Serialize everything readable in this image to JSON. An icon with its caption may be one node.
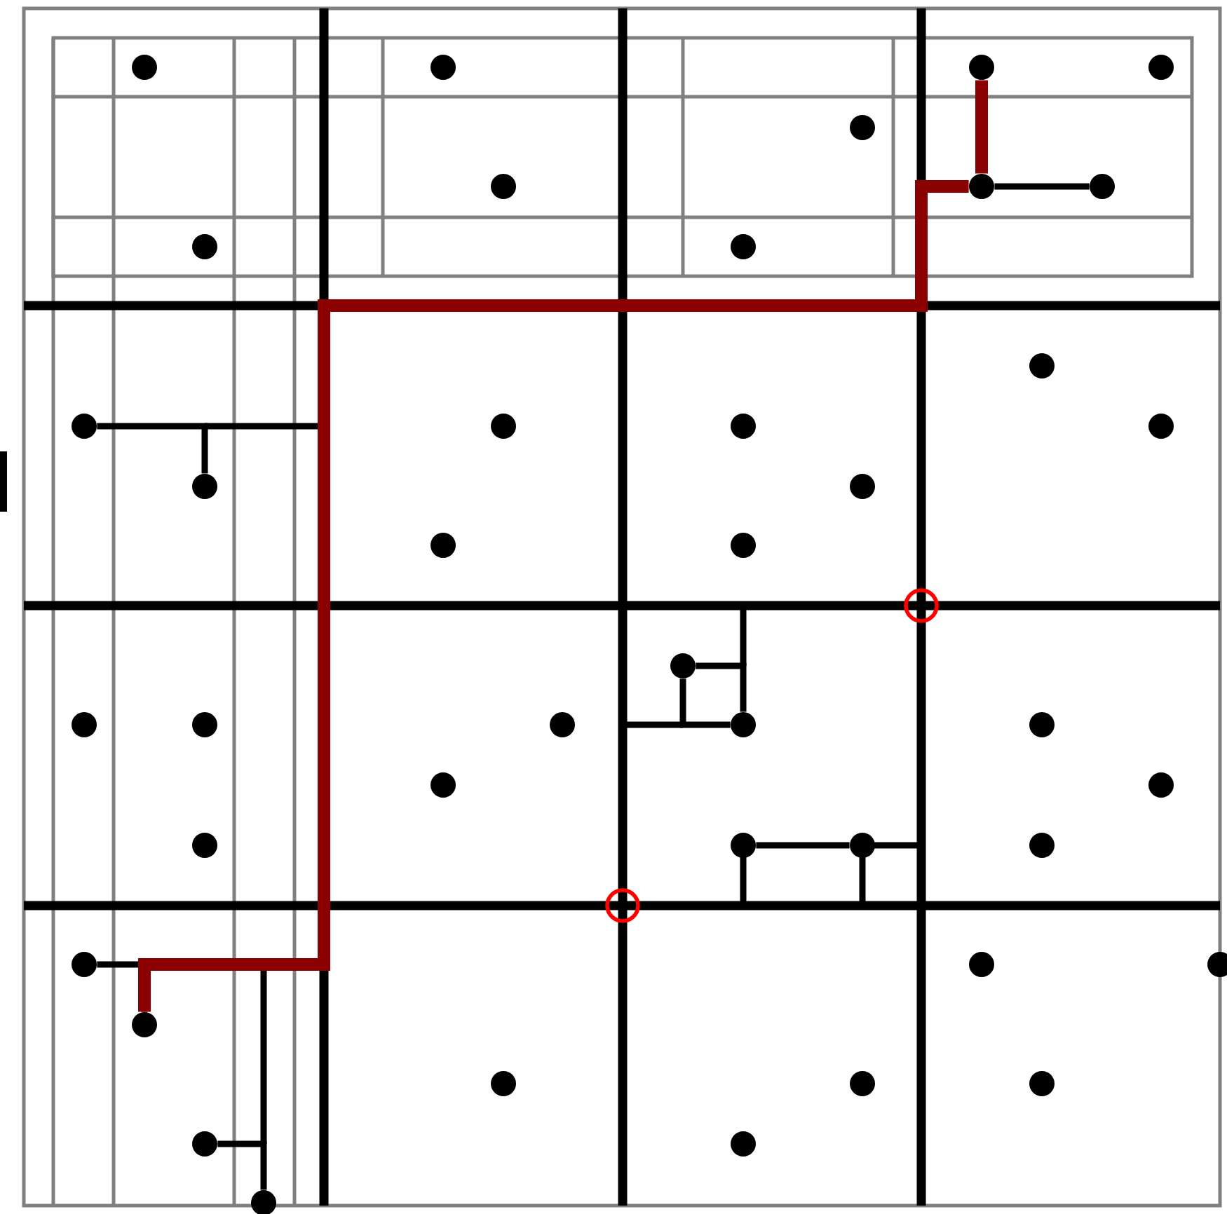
{
  "diagram": {
    "nodes": [
      {
        "text": [],
        "shape": "circle"
      },
      {
        "text": [],
        "shape": "circle"
      },
      {
        "text": [],
        "shape": "circle"
      },
      {
        "text": [],
        "shape": "circle"
      },
      {
        "text": [],
        "shape": "circle"
      },
      {
        "text": [],
        "shape": "circle"
      },
      {
        "text": [],
        "shape": "circle"
      },
      {
        "text": [],
        "shape": "circle"
      },
      {
        "text": [],
        "shape": "circle"
      },
      {
        "text": [],
        "shape": "circle"
      },
      {
        "text": [],
        "shape": "circle"
      },
      {
        "text": [],
        "shape": "circle"
      },
      {
        "text": [],
        "shape": "circle"
      },
      {
        "text": [],
        "shape": "circle"
      },
      {
        "text": [],
        "shape": "circle"
      },
      {
        "text": [],
        "shape": "circle"
      },
      {
        "text": [],
        "shape": "circle"
      },
      {
        "text": [],
        "shape": "circle"
      },
      {
        "text": [],
        "shape": "circle"
      },
      {
        "text": [],
        "shape": "circle"
      },
      {
        "text": [],
        "shape": "circle"
      },
      {
        "text": [],
        "shape": "circle"
      },
      {
        "text": [],
        "shape": "circle"
      },
      {
        "text": [],
        "shape": "circle"
      },
      {
        "text": [],
        "shape": "circle"
      },
      {
        "text": [],
        "shape": "circle"
      },
      {
        "text": [],
        "shape": "circle"
      },
      {
        "text": [],
        "shape": "circle"
      },
      {
        "text": [],
        "shape": "circle"
      },
      {
        "text": [],
        "shape": "circle"
      },
      {
        "text": [],
        "shape": "circle"
      },
      {
        "text": [],
        "shape": "circle"
      },
      {
        "text": [],
        "shape": "circle"
      },
      {
        "text": [],
        "shape": "circle"
      },
      {
        "text": [],
        "shape": "circle"
      },
      {
        "text": [],
        "shape": "circle"
      },
      {
        "text": [],
        "shape": "circle"
      },
      {
        "text": [],
        "shape": "circle"
      },
      {
        "text": [],
        "shape": "circle"
      },
      {
        "text": [],
        "shape": "circle"
      },
      {
        "text": [],
        "shape": "circle"
      }
    ],
    "edges": [
      {
        "from": 6,
        "to": 7,
        "arrow": "none"
      },
      {
        "from": 11,
        "to": 15,
        "arrow": "none"
      },
      {
        "from": 19,
        "to": 23,
        "arrow": "none"
      },
      {
        "from": 19,
        "to": 23,
        "arrow": "none"
      },
      {
        "from": 28,
        "to": 29,
        "arrow": "none"
      },
      {
        "from": 31,
        "to": 34,
        "arrow": "none"
      },
      {
        "from": 34,
        "to": 6,
        "arrow": "none",
        "style": "thick",
        "color": "#8b0000"
      },
      {
        "from": 6,
        "to": 2,
        "arrow": "none",
        "style": "thick",
        "color": "#8b0000"
      },
      {
        "from": 38,
        "to": 40,
        "arrow": "none"
      }
    ]
  }
}
